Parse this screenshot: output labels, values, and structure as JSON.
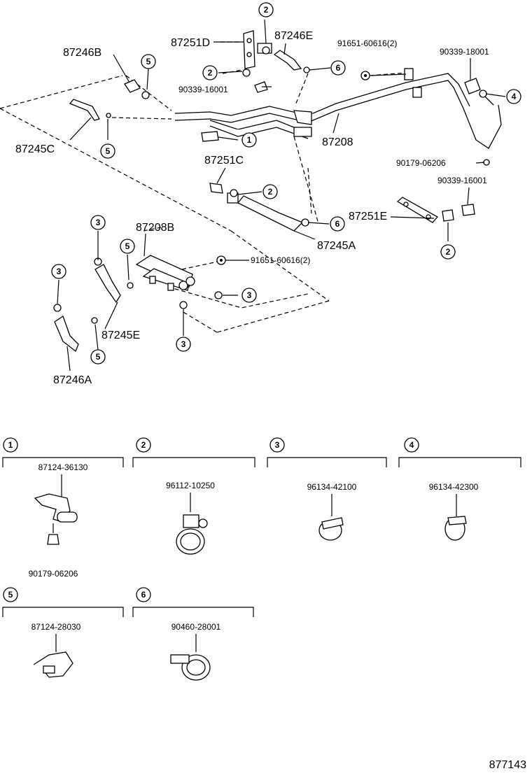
{
  "callouts": {
    "c1": "1",
    "c2": "2",
    "c3": "3",
    "c4": "4",
    "c5": "5",
    "c6": "6"
  },
  "labels": {
    "p87246B": "87246B",
    "p87251D": "87251D",
    "p87246E": "87246E",
    "p91651_top": "91651-60616(2)",
    "p90339_18001": "90339-18001",
    "p90339_16001_top": "90339-16001",
    "p87245C": "87245C",
    "p87208": "87208",
    "p87251C": "87251C",
    "p90179_06206_top": "90179-06206",
    "p90339_16001_right": "90339-16001",
    "p87251E": "87251E",
    "p87245A": "87245A",
    "p87208B": "87208B",
    "p91651_mid": "91651-60616(2)",
    "p87245E": "87245E",
    "p87246A": "87246A"
  },
  "legend": [
    {
      "num": "1",
      "parts": [
        "87124-36130",
        "90179-06206"
      ]
    },
    {
      "num": "2",
      "parts": [
        "96112-10250"
      ]
    },
    {
      "num": "3",
      "parts": [
        "96134-42100"
      ]
    },
    {
      "num": "4",
      "parts": [
        "96134-42300"
      ]
    },
    {
      "num": "5",
      "parts": [
        "87124-28030"
      ]
    },
    {
      "num": "6",
      "parts": [
        "90460-28001"
      ]
    }
  ],
  "diagram_id": "877143"
}
